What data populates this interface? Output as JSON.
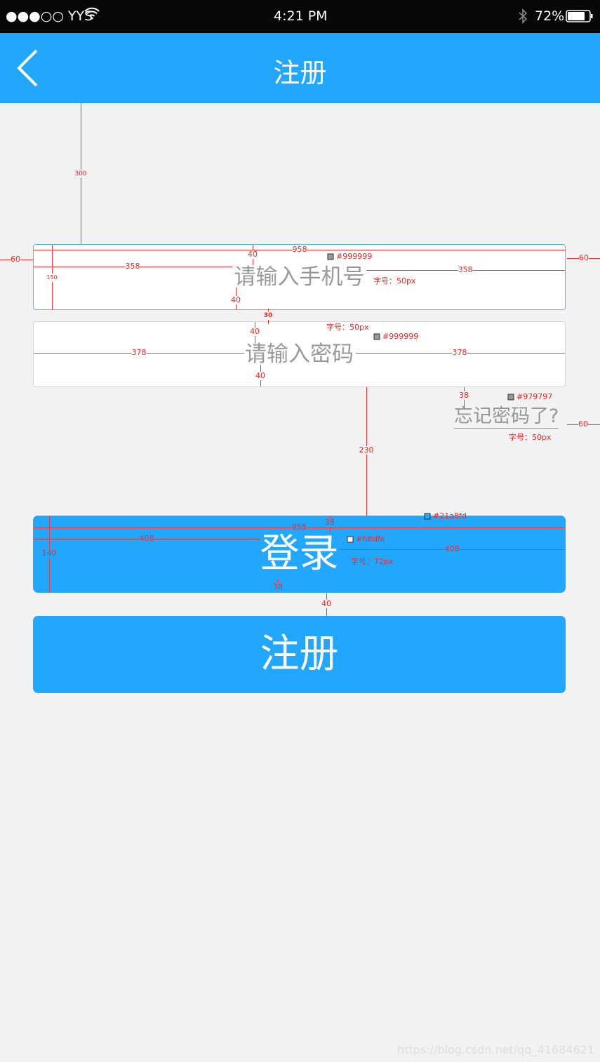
{
  "status_bar": {
    "carrier": "●●●○○ YYS",
    "time": "4:21 PM",
    "battery": "72%"
  },
  "nav": {
    "title": "注册",
    "back_icon": "chevron-left-icon"
  },
  "form": {
    "phone_placeholder": "请输入手机号",
    "password_placeholder": "请输入密码",
    "forgot": "忘记密码了?",
    "login": "登录",
    "register": "注册"
  },
  "colors": {
    "primary": "#21a8fd",
    "placeholder": "#999999",
    "forgot": "#979797",
    "button_text": "#fdfdfe"
  },
  "annotations": {
    "dims": [
      "300",
      "958",
      "40",
      "60",
      "358",
      "150",
      "358",
      "60",
      "40",
      "30",
      "40",
      "378",
      "378",
      "40",
      "38",
      "60",
      "230",
      "958",
      "38",
      "408",
      "408",
      "140",
      "38",
      "40"
    ],
    "swatches": [
      "#999999",
      "#999999",
      "#979797",
      "#21a8fd",
      "#fdfdfe"
    ],
    "font_sizes": [
      "字号：50px",
      "字号：50px",
      "字号：50px",
      "字号：72px"
    ]
  },
  "watermark": "https://blog.csdn.net/qq_41684621"
}
